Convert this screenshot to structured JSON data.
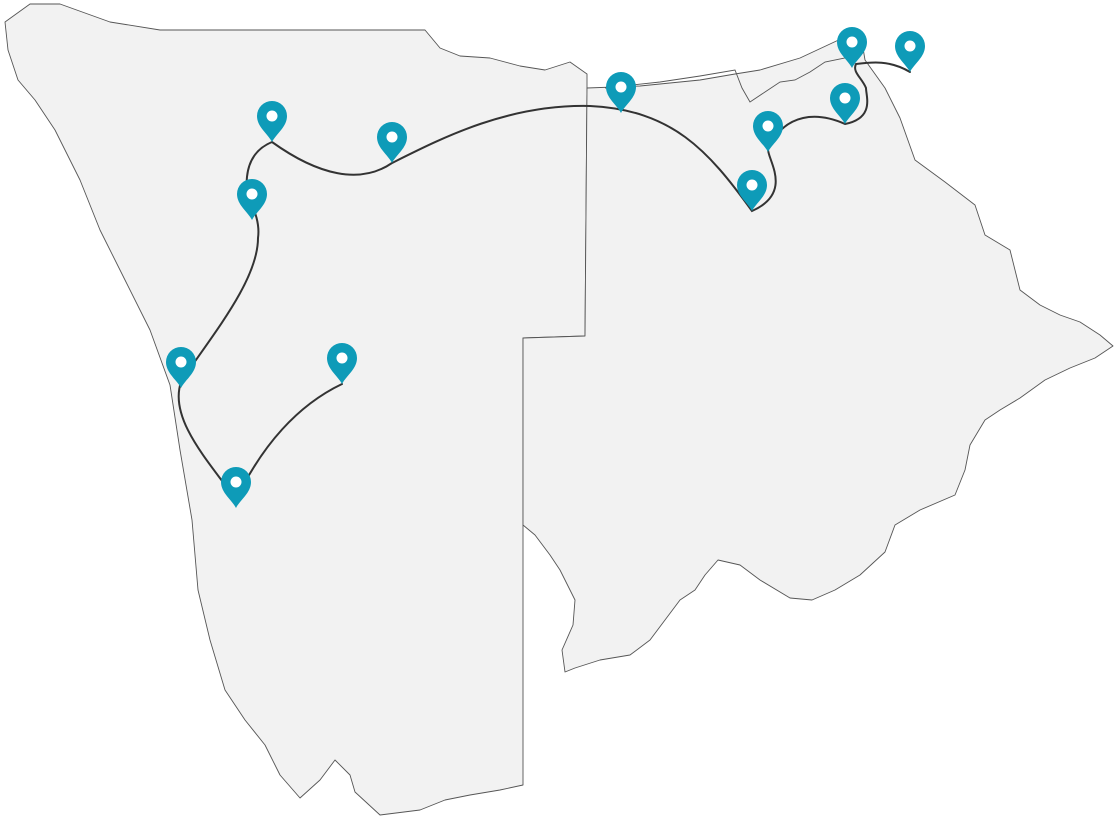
{
  "map": {
    "regions": [
      "namibia",
      "botswana"
    ],
    "colors": {
      "land": "#f2f2f2",
      "border": "#555555",
      "route": "#333333",
      "marker": "#0e9bb8",
      "marker_dot": "#ffffff"
    },
    "icons": {
      "stop_marker": "map-pin-icon"
    },
    "route_stop_count": 12
  }
}
